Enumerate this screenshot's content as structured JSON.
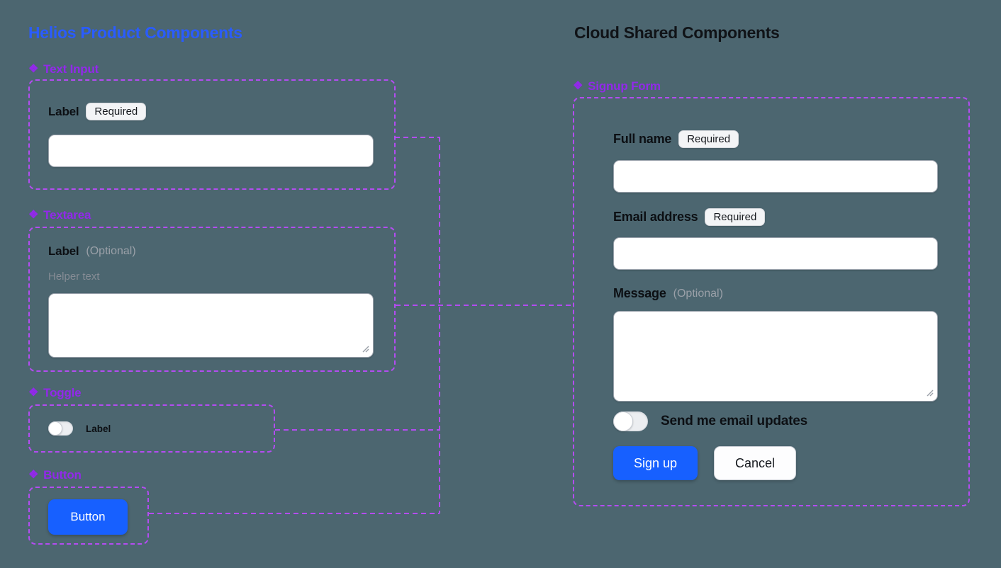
{
  "colors": {
    "background": "#4c6670",
    "left_title_blue": "#2a5cff",
    "section_header_purple": "#9229ea",
    "connector_purple": "#b44cf2",
    "primary_button_blue": "#1760ff"
  },
  "icons": {
    "component_glyph": "❖"
  },
  "left": {
    "title": "Helios Product Components",
    "sections": {
      "text_input": {
        "header": "Text Input",
        "label": "Label",
        "badge": "Required",
        "value": ""
      },
      "textarea": {
        "header": "Textarea",
        "label": "Label",
        "optional": "(Optional)",
        "helper": "Helper text",
        "value": ""
      },
      "toggle": {
        "header": "Toggle",
        "label": "Label",
        "state": "off"
      },
      "button": {
        "header": "Button",
        "label": "Button"
      }
    }
  },
  "right": {
    "title": "Cloud Shared Components",
    "signup_form": {
      "header": "Signup Form",
      "full_name": {
        "label": "Full name",
        "badge": "Required",
        "value": ""
      },
      "email": {
        "label": "Email address",
        "badge": "Required",
        "value": ""
      },
      "message": {
        "label": "Message",
        "optional": "(Optional)",
        "value": ""
      },
      "toggle": {
        "label": "Send me email updates",
        "state": "off"
      },
      "buttons": {
        "primary": "Sign up",
        "secondary": "Cancel"
      }
    }
  }
}
